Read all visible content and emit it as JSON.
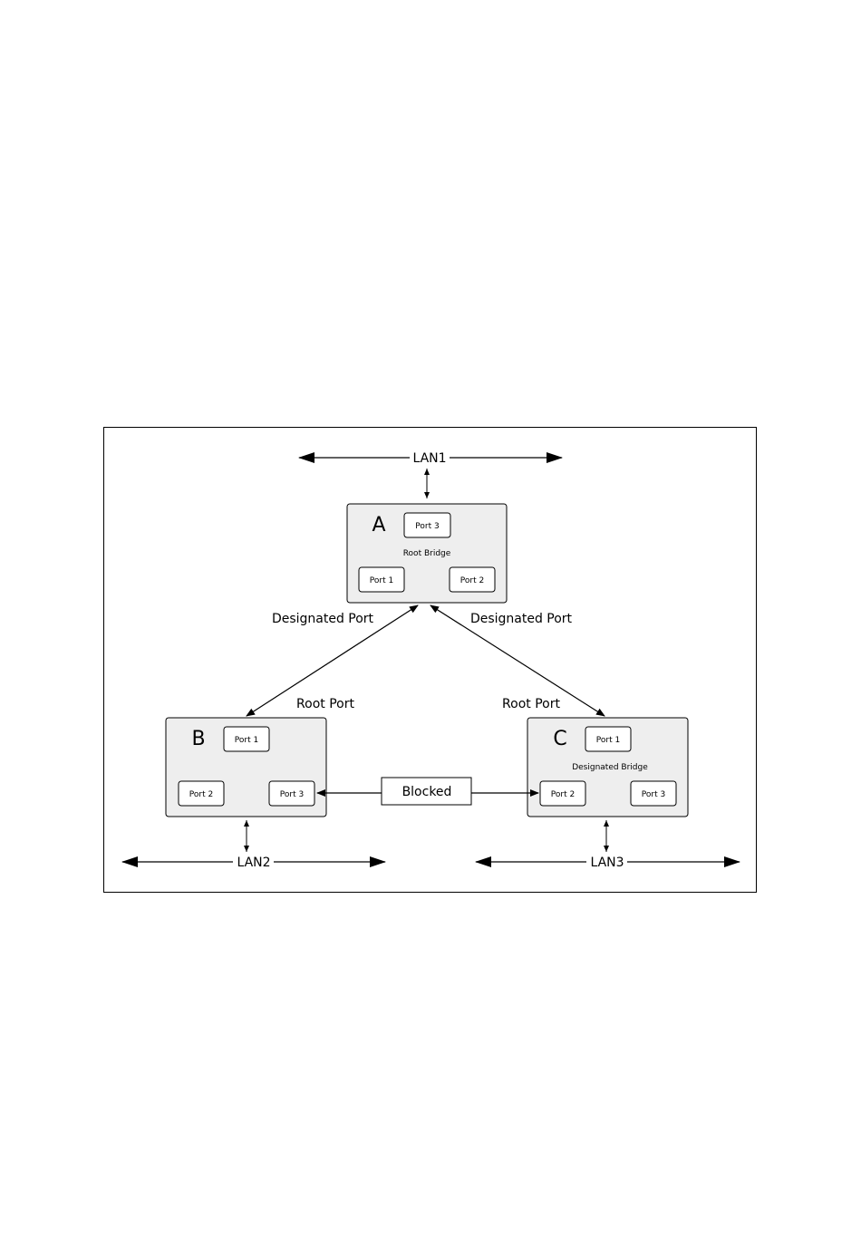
{
  "lans": {
    "lan1": "LAN1",
    "lan2": "LAN2",
    "lan3": "LAN3"
  },
  "bridges": {
    "a": {
      "letter": "A",
      "caption": "Root Bridge",
      "ports": [
        "Port 3",
        "Port 1",
        "Port 2"
      ]
    },
    "b": {
      "letter": "B",
      "caption": "",
      "ports": [
        "Port 1",
        "Port 2",
        "Port 3"
      ]
    },
    "c": {
      "letter": "C",
      "caption": "Designated Bridge",
      "ports": [
        "Port 1",
        "Port 2",
        "Port 3"
      ]
    }
  },
  "labels": {
    "designated_left": "Designated Port",
    "designated_right": "Designated Port",
    "root_left": "Root Port",
    "root_right": "Root Port",
    "blocked": "Blocked"
  }
}
